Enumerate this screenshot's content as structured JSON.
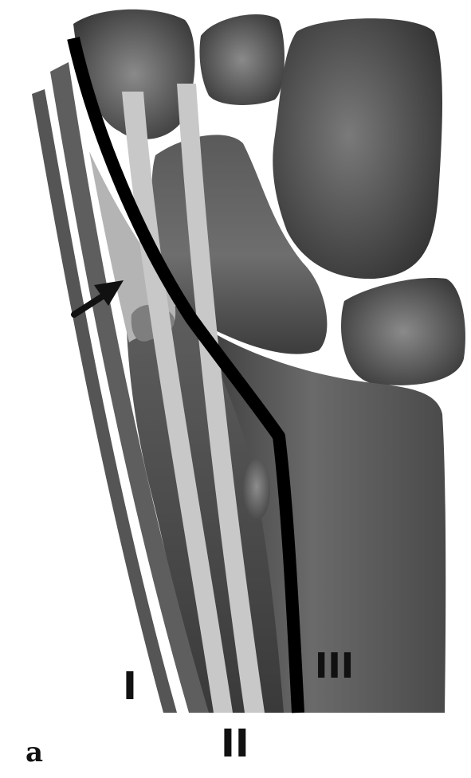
{
  "figure": {
    "panel_label": "a",
    "zone_labels": {
      "zone_1": "I",
      "zone_2": "II",
      "zone_3": "III"
    },
    "colors": {
      "background": "#ffffff",
      "bone_dark": "#3a3a3a",
      "bone_light": "#8a8a8a",
      "tendon": "#c8c8c8",
      "fascia_band": "#555555",
      "boundary_line": "#000000",
      "arrow": "#111111"
    }
  }
}
